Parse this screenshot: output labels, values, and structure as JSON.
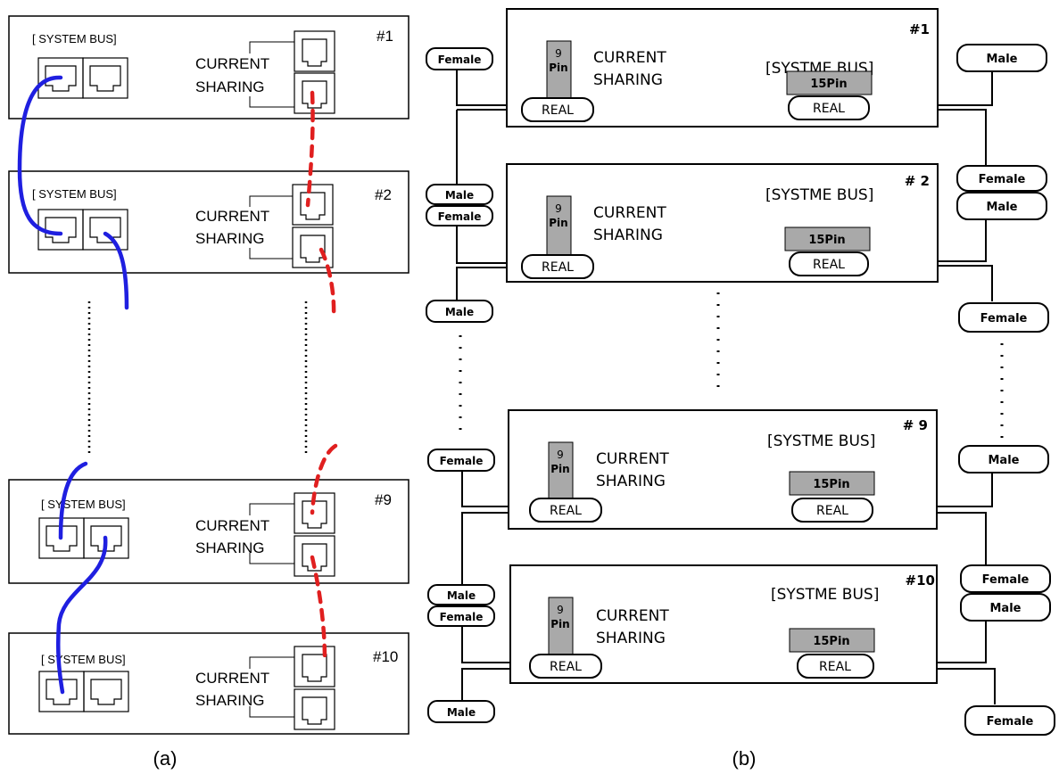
{
  "panel_a": {
    "caption": "(a)",
    "units": [
      {
        "number": "#1",
        "system_bus_label": "[ SYSTEM BUS]",
        "current_label": "CURRENT",
        "sharing_label": "SHARING"
      },
      {
        "number": "#2",
        "system_bus_label": "[ SYSTEM BUS]",
        "current_label": "CURRENT",
        "sharing_label": "SHARING"
      },
      {
        "number": "#9",
        "system_bus_label": "[ SYSTEM BUS]",
        "current_label": "CURRENT",
        "sharing_label": "SHARING"
      },
      {
        "number": "#10",
        "system_bus_label": "[ SYSTEM BUS]",
        "current_label": "CURRENT",
        "sharing_label": "SHARING"
      }
    ]
  },
  "panel_b": {
    "caption": "(b)",
    "units": [
      {
        "number": "#1",
        "system_bus_label": "[SYSTME BUS]",
        "current_label": "CURRENT",
        "sharing_label": "SHARING",
        "pin9_top": "9",
        "pin9_bottom": "Pin",
        "pin15_label": "15Pin",
        "real_left": "REAL",
        "real_right": "REAL"
      },
      {
        "number": "# 2",
        "system_bus_label": "[SYSTME BUS]",
        "current_label": "CURRENT",
        "sharing_label": "SHARING",
        "pin9_top": "9",
        "pin9_bottom": "Pin",
        "pin15_label": "15Pin",
        "real_left": "REAL",
        "real_right": "REAL"
      },
      {
        "number": "# 9",
        "system_bus_label": "[SYSTME BUS]",
        "current_label": "CURRENT",
        "sharing_label": "SHARING",
        "pin9_top": "9",
        "pin9_bottom": "Pin",
        "pin15_label": "15Pin",
        "real_left": "REAL",
        "real_right": "REAL"
      },
      {
        "number": "#10",
        "system_bus_label": "[SYSTME BUS]",
        "current_label": "CURRENT",
        "sharing_label": "SHARING",
        "pin9_top": "9",
        "pin9_bottom": "Pin",
        "pin15_label": "15Pin",
        "real_left": "REAL",
        "real_right": "REAL"
      }
    ],
    "connectors": {
      "left": [
        "Female",
        "Male",
        "Female",
        "Male",
        "Female",
        "Male",
        "Female",
        "Male"
      ],
      "right": [
        "Male",
        "Female",
        "Male",
        "Female",
        "Male",
        "Female",
        "Male",
        "Female"
      ]
    }
  },
  "colors": {
    "system_bus_cable": "#1f1fe0",
    "current_sharing_cable": "#e01f1f",
    "gray_block": "#a9a9a9"
  }
}
